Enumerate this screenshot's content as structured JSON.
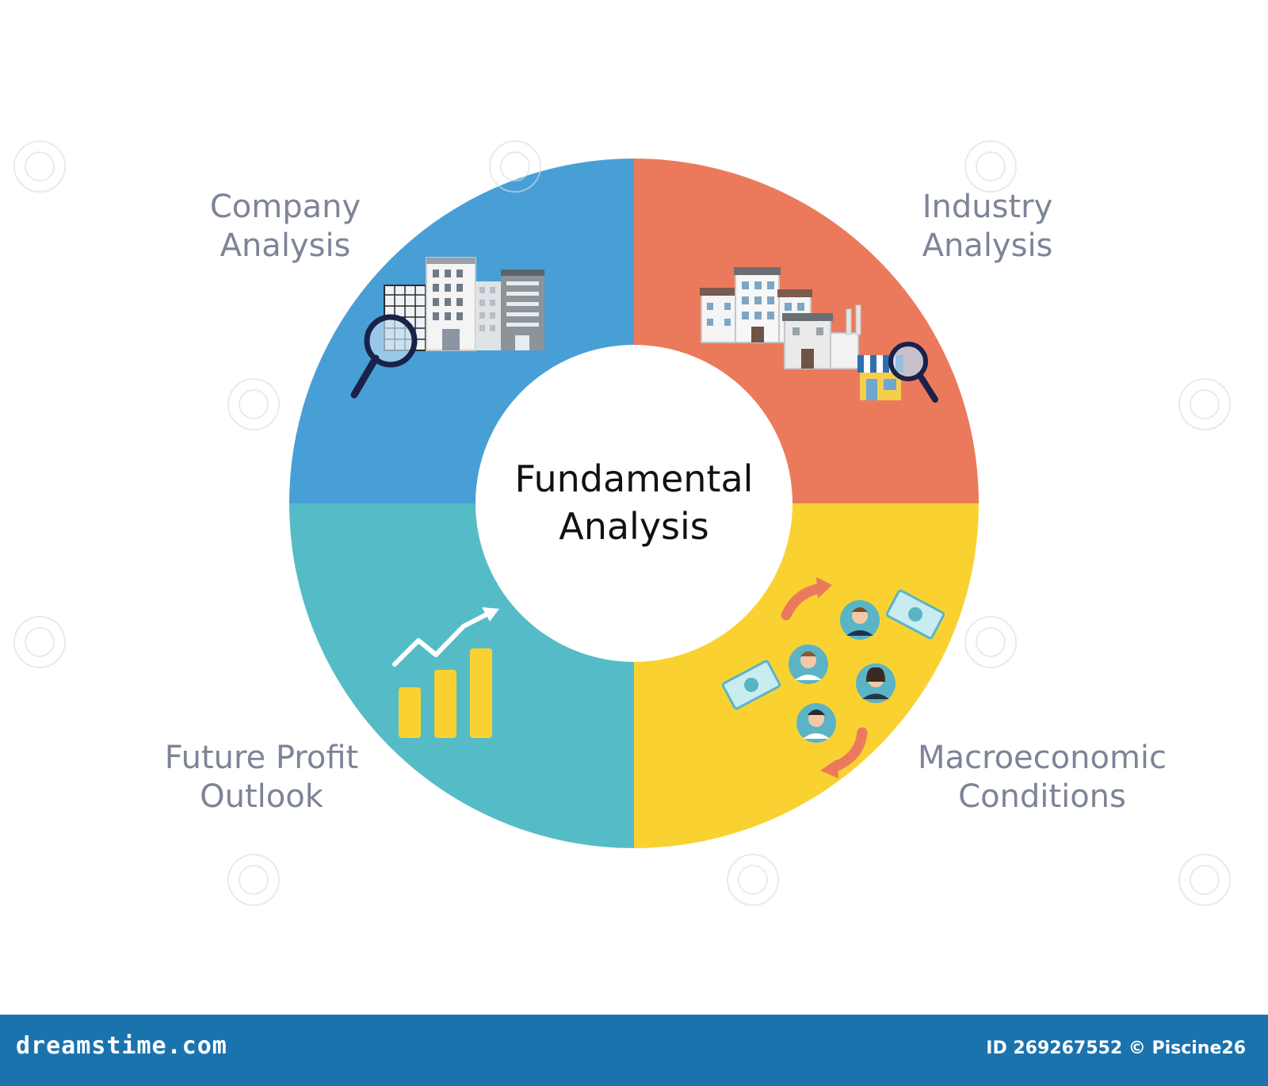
{
  "center": {
    "line1": "Fundamental",
    "line2": "Analysis"
  },
  "segments": [
    {
      "id": "company",
      "line1": "Company",
      "line2": "Analysis",
      "color": "#489fd6",
      "icon": "office-buildings-magnifier-icon"
    },
    {
      "id": "industry",
      "line1": "Industry",
      "line2": "Analysis",
      "color": "#eb7a5c",
      "icon": "factory-shop-magnifier-icon"
    },
    {
      "id": "future",
      "line1": "Future Profit",
      "line2": "Outlook",
      "color": "#55bcc7",
      "icon": "growth-bar-chart-icon"
    },
    {
      "id": "macro",
      "line1": "Macroeconomic",
      "line2": "Conditions",
      "color": "#f9d232",
      "icon": "people-money-cycle-icon"
    }
  ],
  "label_color": "#7d8497",
  "footer": {
    "brand": "dreamstime.com",
    "credit": "ID 269267552 © Piscine26",
    "color": "#1a73ad"
  }
}
